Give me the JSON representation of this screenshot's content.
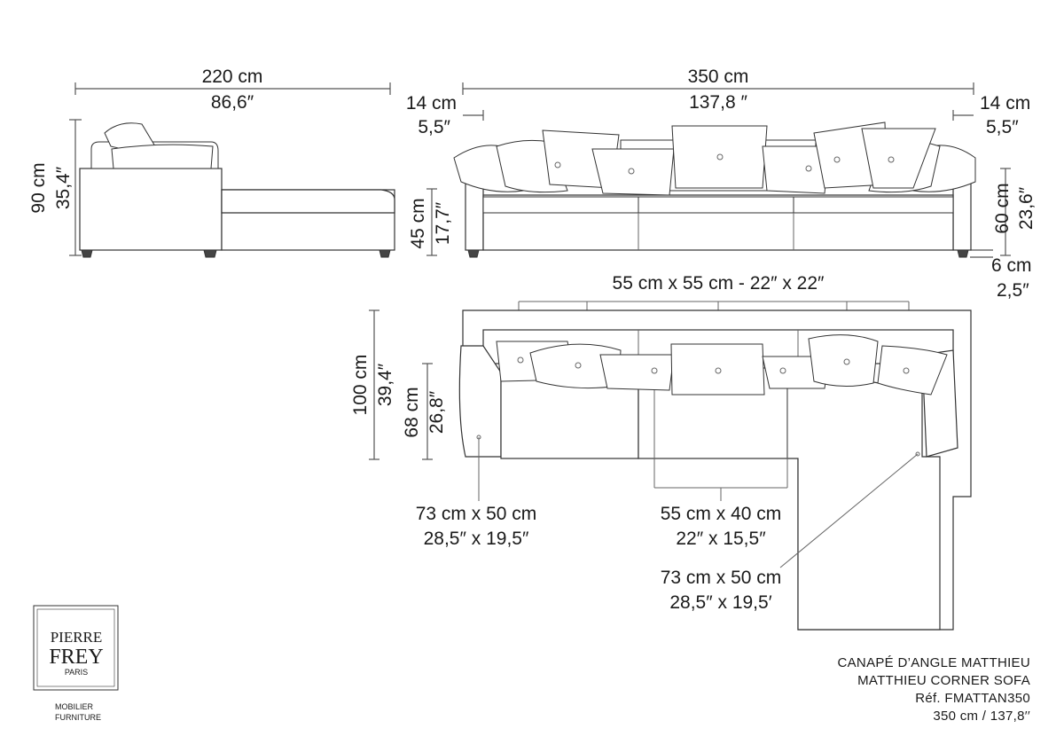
{
  "side_view": {
    "width_cm": "220 cm",
    "width_in": "86,6″",
    "height_cm": "90 cm",
    "height_in": "35,4″"
  },
  "front_view": {
    "width_cm": "350 cm",
    "width_in": "137,8 ″",
    "arm_left_cm": "14 cm",
    "arm_left_in": "5,5″",
    "arm_right_cm": "14 cm",
    "arm_right_in": "5,5″",
    "seat_height_cm": "45 cm",
    "seat_height_in": "17,7″",
    "back_height_cm": "60 cm",
    "back_height_in": "23,6″",
    "foot_cm": "6 cm",
    "foot_in": "2,5″"
  },
  "top_view": {
    "cushion_square_label": "55 cm x 55 cm - 22″ x 22″",
    "depth_cm": "100 cm",
    "depth_in": "39,4″",
    "seat_depth_cm": "68 cm",
    "seat_depth_in": "26,8″",
    "left_cushion_cm": "73 cm x 50 cm",
    "left_cushion_in": "28,5″ x 19,5″",
    "mid_cushion_cm": "55 cm x 40 cm",
    "mid_cushion_in": "22″ x 15,5″",
    "right_cushion_cm": "73 cm x 50 cm",
    "right_cushion_in": "28,5″ x 19,5′"
  },
  "product": {
    "name_fr": "CANAPÉ D’ANGLE MATTHIEU",
    "name_en": "MATTHIEU CORNER SOFA",
    "reference": "Réf. FMATTAN350",
    "size": "350 cm / 137,8′′"
  },
  "brand": {
    "line1": "PIERRE",
    "line2": "FREY",
    "city": "PARIS",
    "category_fr": "MOBILIER",
    "category_en": "FURNITURE"
  }
}
